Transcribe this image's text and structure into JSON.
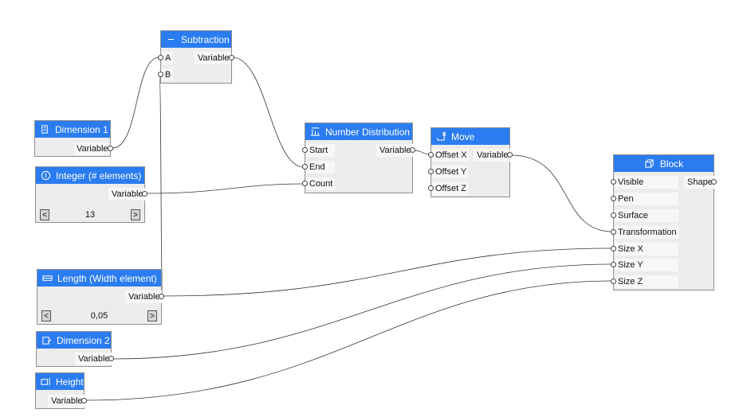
{
  "nodes": {
    "subtraction": {
      "title": "Subtraction",
      "in_a": "A",
      "in_b": "B",
      "out": "Variable"
    },
    "dimension1": {
      "title": "Dimension 1",
      "out": "Variable"
    },
    "integer": {
      "title": "Integer (# elements)",
      "out": "Variable",
      "value": "13",
      "dec": "<",
      "inc": ">"
    },
    "number_distribution": {
      "title": "Number Distribution",
      "in_start": "Start",
      "in_end": "End",
      "in_count": "Count",
      "out": "Variable"
    },
    "move": {
      "title": "Move",
      "in_x": "Offset X",
      "in_y": "Offset Y",
      "in_z": "Offset Z",
      "out": "Variable"
    },
    "block": {
      "title": "Block",
      "in_visible": "Visible",
      "in_pen": "Pen",
      "in_surface": "Surface",
      "in_transformation": "Transformation",
      "in_size_x": "Size X",
      "in_size_y": "Size Y",
      "in_size_z": "Size Z",
      "out": "Shape"
    },
    "length": {
      "title": "Length (Width element)",
      "out": "Variable",
      "value": "0,05",
      "dec": "<",
      "inc": ">"
    },
    "dimension2": {
      "title": "Dimension 2",
      "out": "Variable"
    },
    "height": {
      "title": "Height",
      "out": "Variable"
    }
  },
  "colors": {
    "header": "#2b7cf0",
    "node_body": "#ececec",
    "cell": "#f7f7f7",
    "wire": "#333333"
  }
}
